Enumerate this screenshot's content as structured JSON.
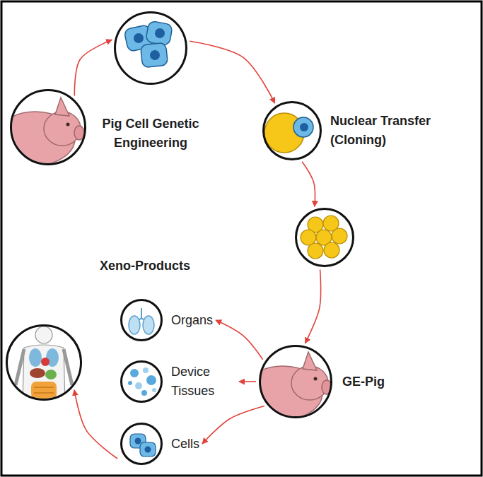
{
  "diagram": {
    "nodes": [
      {
        "text": []
      },
      {
        "text": [
          "Pig Cell Genetic Engineering"
        ]
      },
      {
        "text": [
          "Nuclear Transfer (Cloning)"
        ]
      },
      {
        "text": []
      },
      {
        "text": [
          "GE-Pig"
        ]
      },
      {
        "text": [
          "Organs"
        ]
      },
      {
        "text": [
          "Device Tissues"
        ]
      },
      {
        "text": [
          "Cells"
        ]
      },
      {
        "text": []
      }
    ],
    "edges": [
      {
        "from": 0,
        "to": 1,
        "arrow": "to"
      },
      {
        "from": 1,
        "to": 2,
        "arrow": "to"
      },
      {
        "from": 2,
        "to": 3,
        "arrow": "to"
      },
      {
        "from": 3,
        "to": 4,
        "arrow": "to"
      },
      {
        "from": 4,
        "to": 5,
        "arrow": "to"
      },
      {
        "from": 4,
        "to": 6,
        "arrow": "to"
      },
      {
        "from": 4,
        "to": 7,
        "arrow": "to"
      },
      {
        "from": 7,
        "to": 8,
        "arrow": "to"
      }
    ],
    "labels": [
      "Xeno-Products"
    ]
  }
}
